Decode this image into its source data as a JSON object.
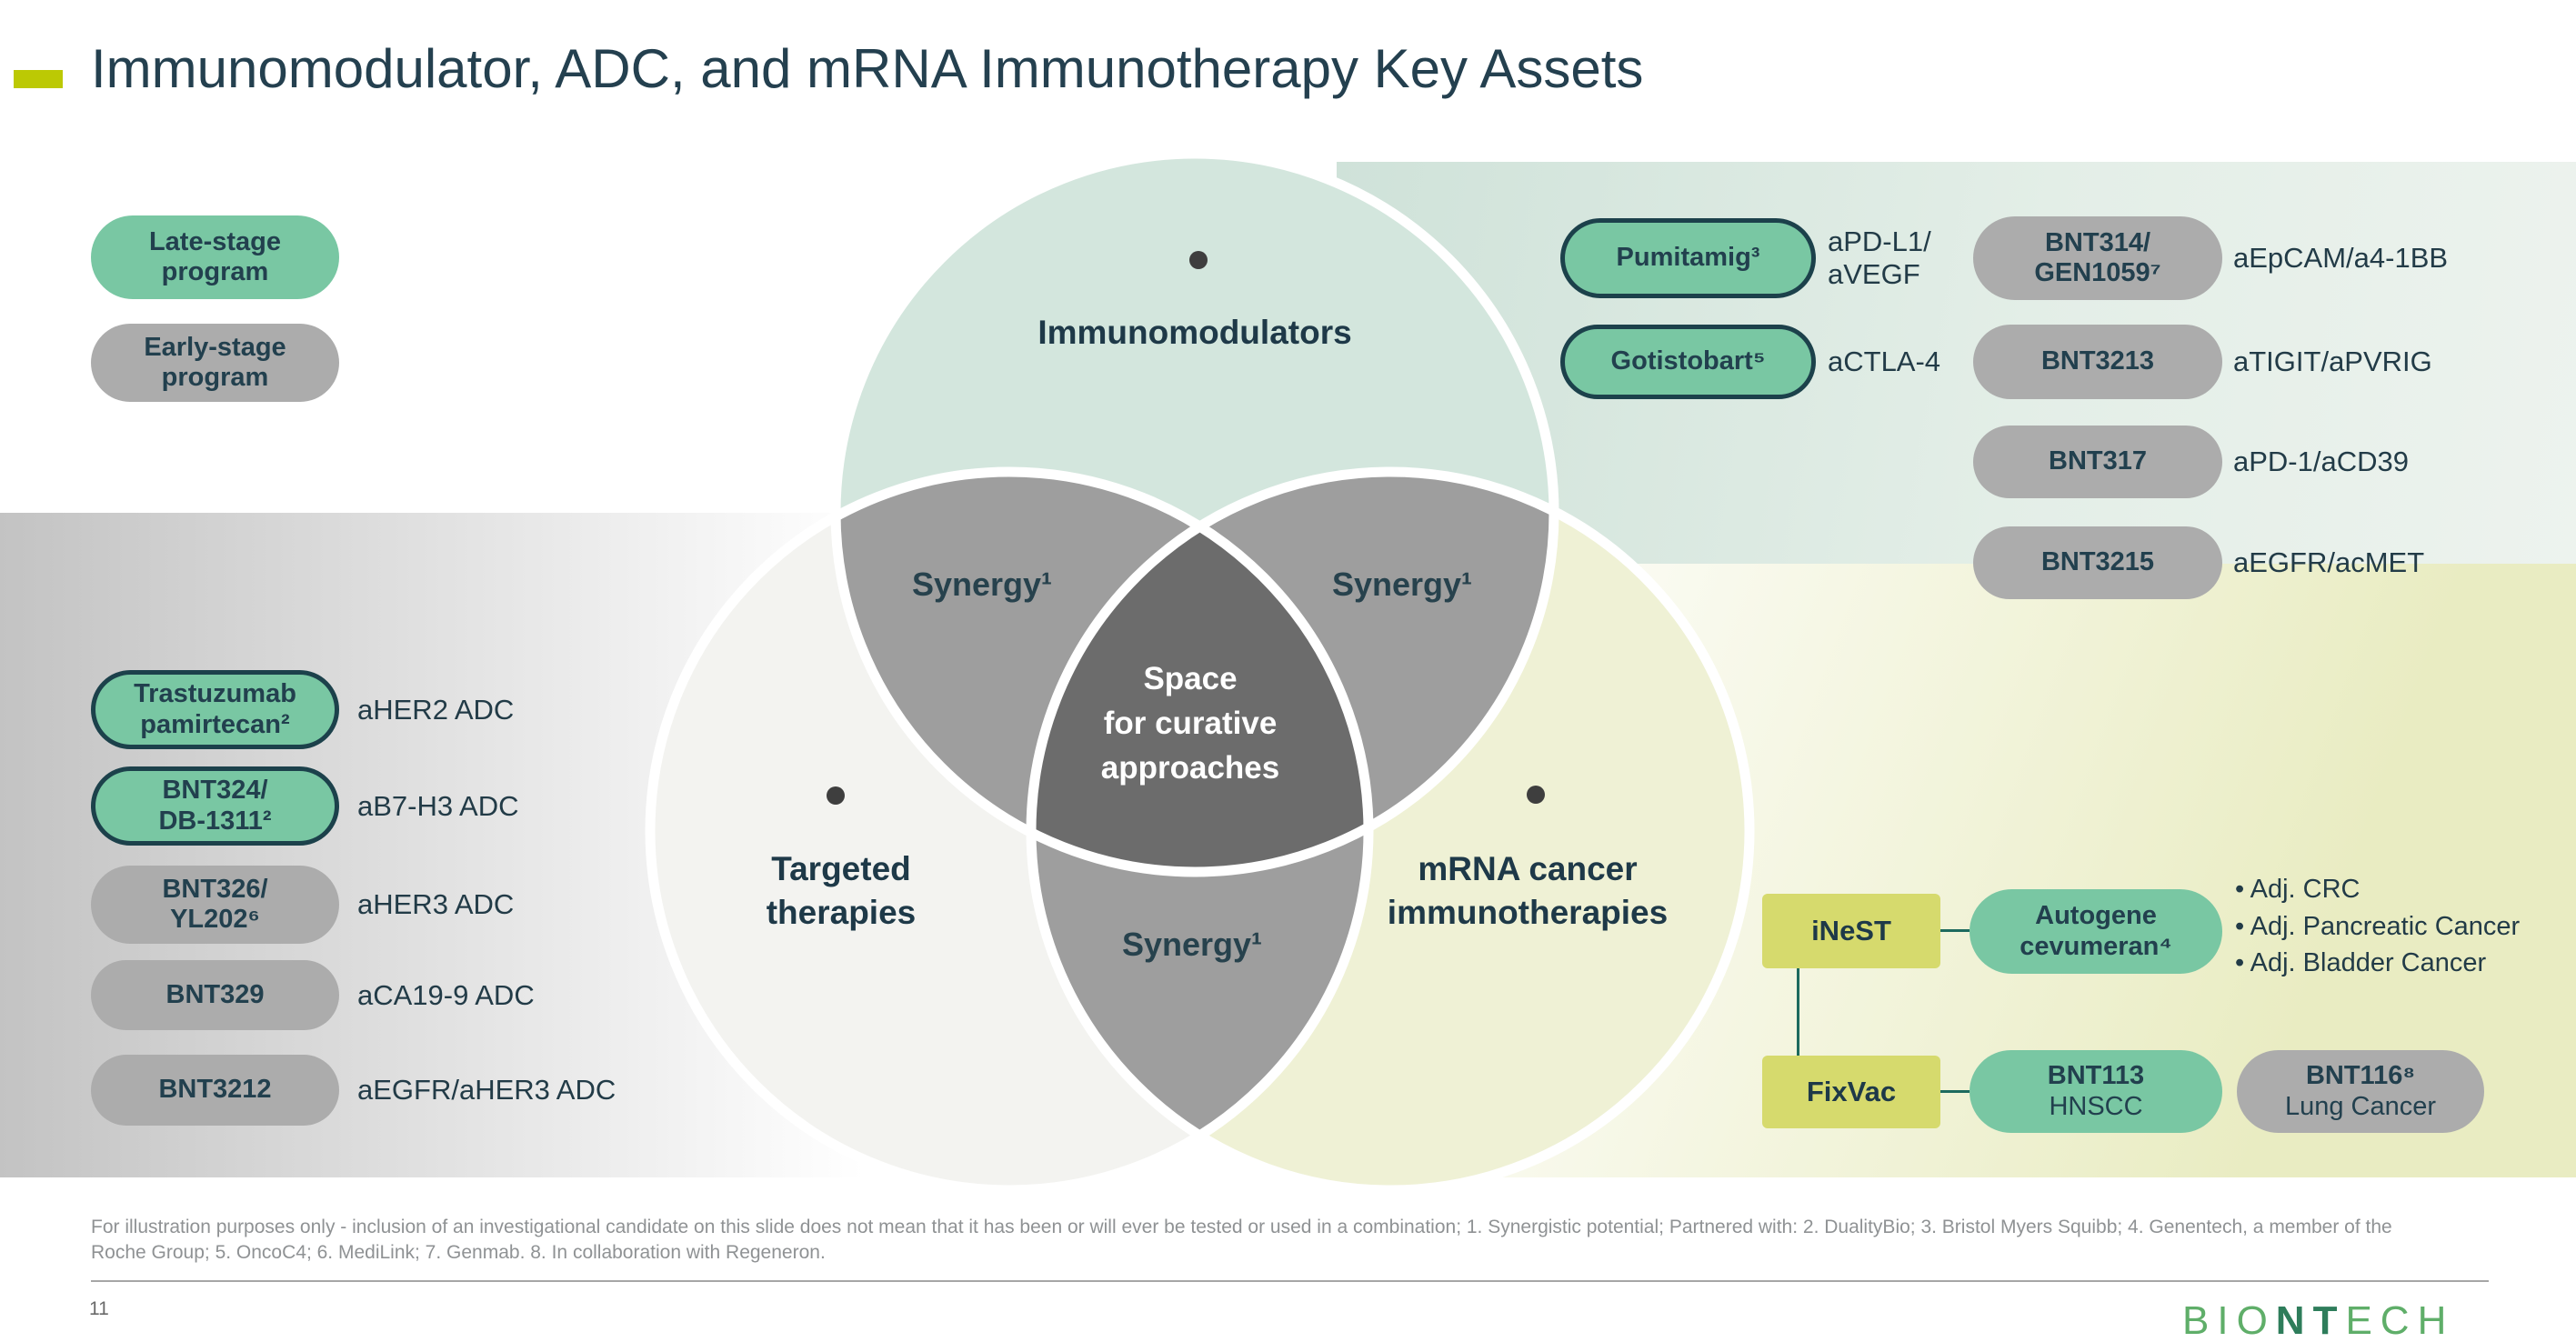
{
  "slide": {
    "title": "Immunomodulator, ADC, and mRNA Immunotherapy Key Assets",
    "page_number": "11",
    "footnote": "For illustration purposes only - inclusion of an investigational candidate on this slide does not mean that it has been or will ever be tested or used in a combination; 1. Synergistic potential; Partnered with: 2. DualityBio; 3. Bristol Myers Squibb; 4. Genentech, a member of the Roche Group; 5. OncoC4; 6. MediLink; 7. Genmab. 8. In collaboration with Regeneron.",
    "logo": {
      "bio": "BIO",
      "nt": "NT",
      "ech": "ECH"
    }
  },
  "legend": {
    "late": "Late-stage\nprogram",
    "early": "Early-stage\nprogram"
  },
  "venn": {
    "top": "Immunomodulators",
    "left": "Targeted\ntherapies",
    "right": "mRNA cancer\nimmunotherapies",
    "synergy_left": "Synergy¹",
    "synergy_right": "Synergy¹",
    "synergy_bottom": "Synergy¹",
    "center": "Space\nfor curative\napproaches"
  },
  "immunomodulators": {
    "col1": [
      {
        "name": "Pumitamig³",
        "label": "aPD-L1/\naVEGF",
        "style": "green-bordered"
      },
      {
        "name": "Gotistobart⁵",
        "label": "aCTLA-4",
        "style": "green-bordered"
      }
    ],
    "col2": [
      {
        "name": "BNT314/\nGEN1059⁷",
        "label": "aEpCAM/a4-1BB",
        "style": "gray"
      },
      {
        "name": "BNT3213",
        "label": "aTIGIT/aPVRIG",
        "style": "gray"
      },
      {
        "name": "BNT317",
        "label": "aPD-1/aCD39",
        "style": "gray"
      },
      {
        "name": "BNT3215",
        "label": "aEGFR/acMET",
        "style": "gray"
      }
    ]
  },
  "targeted": [
    {
      "name": "Trastuzumab\npamirtecan²",
      "label": "aHER2 ADC",
      "style": "green-bordered"
    },
    {
      "name": "BNT324/\nDB-1311²",
      "label": "aB7-H3 ADC",
      "style": "green-bordered"
    },
    {
      "name": "BNT326/\nYL202⁶",
      "label": "aHER3 ADC",
      "style": "gray"
    },
    {
      "name": "BNT329",
      "label": "aCA19-9 ADC",
      "style": "gray"
    },
    {
      "name": "BNT3212",
      "label": "aEGFR/aHER3 ADC",
      "style": "gray"
    }
  ],
  "mrna": {
    "inest": "iNeST",
    "fixvac": "FixVac",
    "autogene": "Autogene\ncevumeran⁴",
    "autogene_indications": [
      "Adj. CRC",
      "Adj. Pancreatic Cancer",
      "Adj. Bladder Cancer"
    ],
    "bnt113_name": "BNT113",
    "bnt113_sub": "HNSCC",
    "bnt116_name": "BNT116⁸",
    "bnt116_sub": "Lung Cancer"
  },
  "colors": {
    "accent_bar": "#bcc904",
    "late_stage_green": "#79c7a3",
    "early_stage_gray": "#acacac",
    "platform_yellow": "#d6da6d",
    "heading_navy": "#22404e",
    "venn_top_fill": "#d3e6dd",
    "venn_left_fill": "#f3f3f0",
    "venn_right_fill": "#eff1d5",
    "overlap_gray": "#9e9e9e",
    "center_dark_gray": "#6c6c6c"
  }
}
